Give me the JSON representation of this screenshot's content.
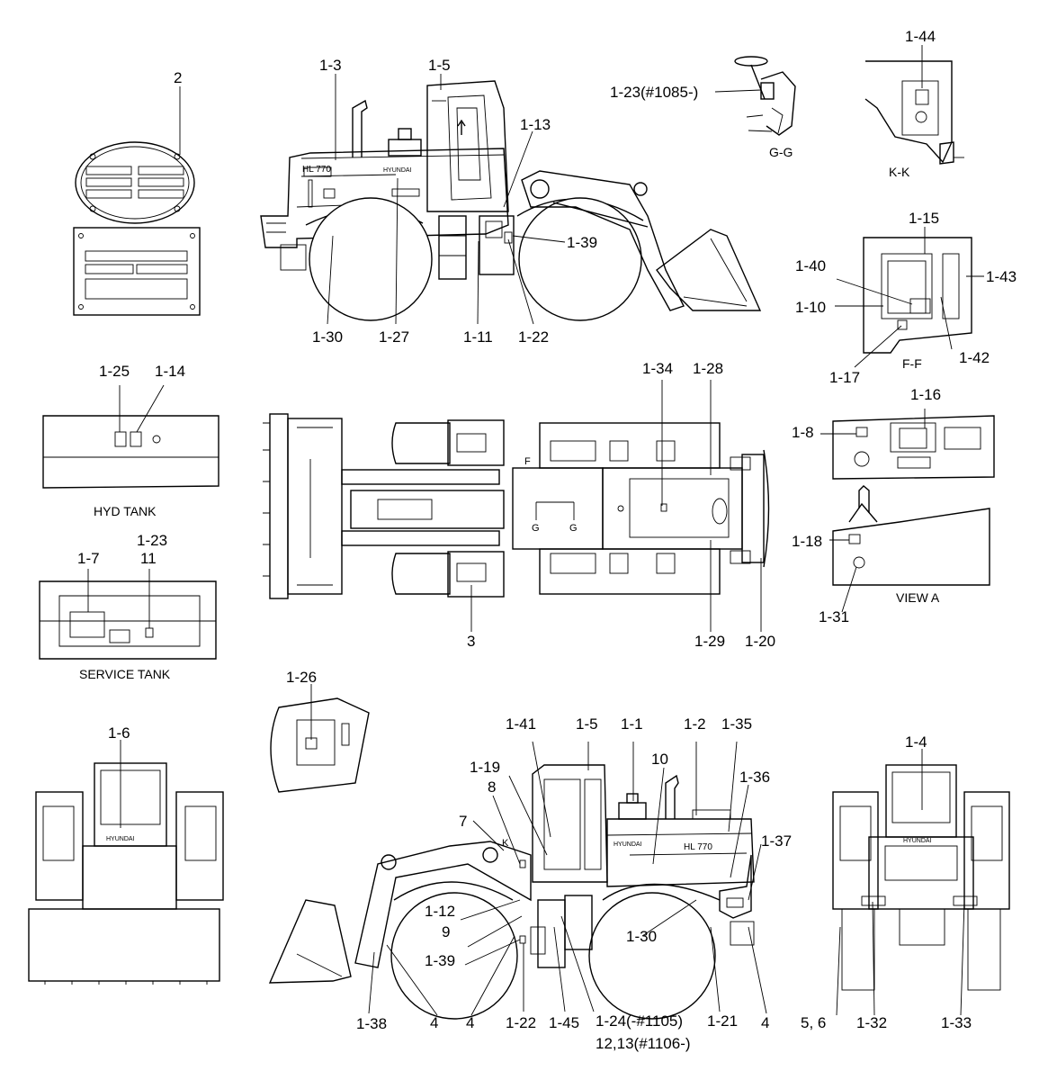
{
  "labels": {
    "nameplate": "2",
    "side_upper": [
      "1-3",
      "1-5",
      "1-13",
      "1-39",
      "1-30",
      "1-27",
      "1-11",
      "1-22"
    ],
    "view_gg": [
      "1-23(#1085-)"
    ],
    "view_kk": [
      "1-44"
    ],
    "view_ff": [
      "1-15",
      "1-40",
      "1-43",
      "1-10",
      "1-42",
      "1-17"
    ],
    "hyd_tank": [
      "1-25",
      "1-14"
    ],
    "service_tank": [
      "1-23",
      "11",
      "1-7"
    ],
    "top_view": [
      "1-34",
      "1-28",
      "3",
      "1-29",
      "1-20"
    ],
    "view_a": [
      "1-16",
      "1-8",
      "1-18",
      "1-31"
    ],
    "front_view": [
      "1-6"
    ],
    "detail_26": [
      "1-26"
    ],
    "side_lower": [
      "1-41",
      "1-5",
      "1-1",
      "1-2",
      "1-35",
      "1-19",
      "10",
      "1-36",
      "8",
      "7",
      "1-37",
      "1-12",
      "9",
      "1-30",
      "1-39",
      "1-38",
      "4",
      "4",
      "1-22",
      "1-45",
      "1-24(-#1105)",
      "12,13(#1106-)",
      "1-21",
      "4"
    ],
    "rear_view": [
      "1-4",
      "5, 6",
      "1-32",
      "1-33"
    ]
  },
  "captions": {
    "gg": "G-G",
    "kk": "K-K",
    "ff": "F-F",
    "hyd": "HYD TANK",
    "service": "SERVICE TANK",
    "view_a": "VIEW A"
  },
  "markers": {
    "f": "F",
    "g1": "G",
    "g2": "G",
    "k": "K"
  },
  "decals": {
    "model_upper": "HL 770",
    "model_lower": "HL 770",
    "brand": "HYUNDAI"
  }
}
